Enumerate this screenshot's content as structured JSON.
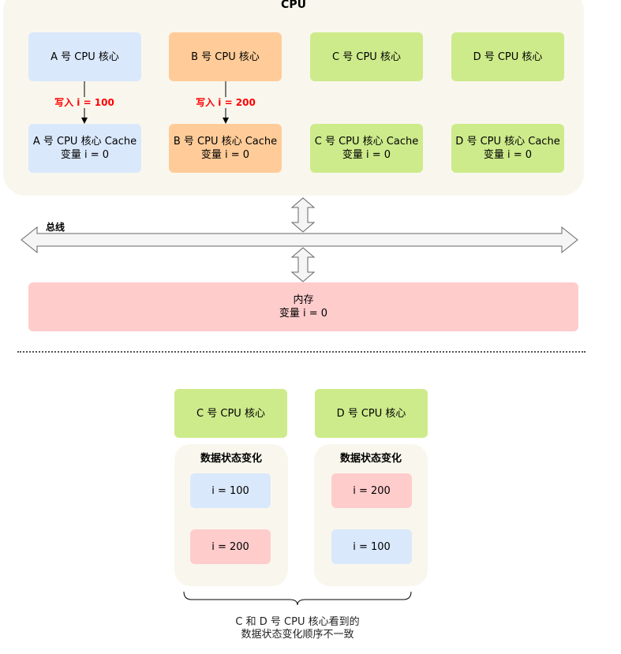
{
  "cpu": {
    "title": "CPU",
    "cores": [
      "A 号 CPU 核心",
      "B 号 CPU 核心",
      "C 号 CPU 核心",
      "D 号 CPU 核心"
    ],
    "caches": [
      {
        "name": "A 号 CPU 核心 Cache",
        "var": "变量 i = 0"
      },
      {
        "name": "B 号 CPU 核心 Cache",
        "var": "变量 i = 0"
      },
      {
        "name": "C 号 CPU 核心 Cache",
        "var": "变量 i = 0"
      },
      {
        "name": "D 号 CPU 核心 Cache",
        "var": "变量 i = 0"
      }
    ],
    "writes": [
      "写入 i = 100",
      "写入 i = 200"
    ]
  },
  "bus": {
    "label": "总线"
  },
  "memory": {
    "name": "内存",
    "var": "变量 i = 0"
  },
  "bottom": {
    "c_core": "C 号 CPU 核心",
    "d_core": "D 号 CPU 核心",
    "c_panel": {
      "title": "数据状态变化",
      "items": [
        "i = 100",
        "i = 200"
      ]
    },
    "d_panel": {
      "title": "数据状态变化",
      "items": [
        "i = 200",
        "i = 100"
      ]
    },
    "caption_line1": "C 和 D 号 CPU 核心看到的",
    "caption_line2": "数据状态变化顺序不一致"
  },
  "colors": {
    "blue": "#dae8fc",
    "orange": "#ffcc99",
    "green": "#cdeb8b",
    "pink": "#ffcccc",
    "panel": "#f9f7ed",
    "write_text": "#ff0000"
  }
}
